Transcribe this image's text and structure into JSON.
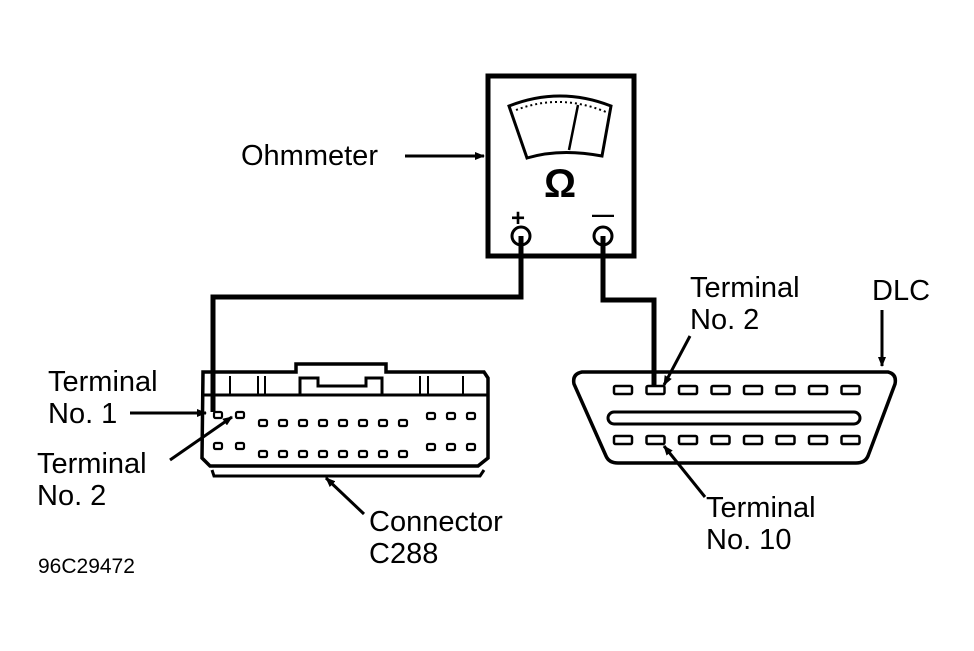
{
  "labels": {
    "ohmmeter": "Ohmmeter",
    "omega": "Ω",
    "plus": "+",
    "minus": "—",
    "c288_term1_line1": "Terminal",
    "c288_term1_line2": "No. 1",
    "c288_term2_line1": "Terminal",
    "c288_term2_line2": "No. 2",
    "connector_line1": "Connector",
    "connector_line2": "C288",
    "dlc": "DLC",
    "dlc_term2_line1": "Terminal",
    "dlc_term2_line2": "No. 2",
    "dlc_term10_line1": "Terminal",
    "dlc_term10_line2": "No. 10",
    "figure_code": "96C29472"
  },
  "colors": {
    "ink": "#000000",
    "background": "#ffffff"
  }
}
